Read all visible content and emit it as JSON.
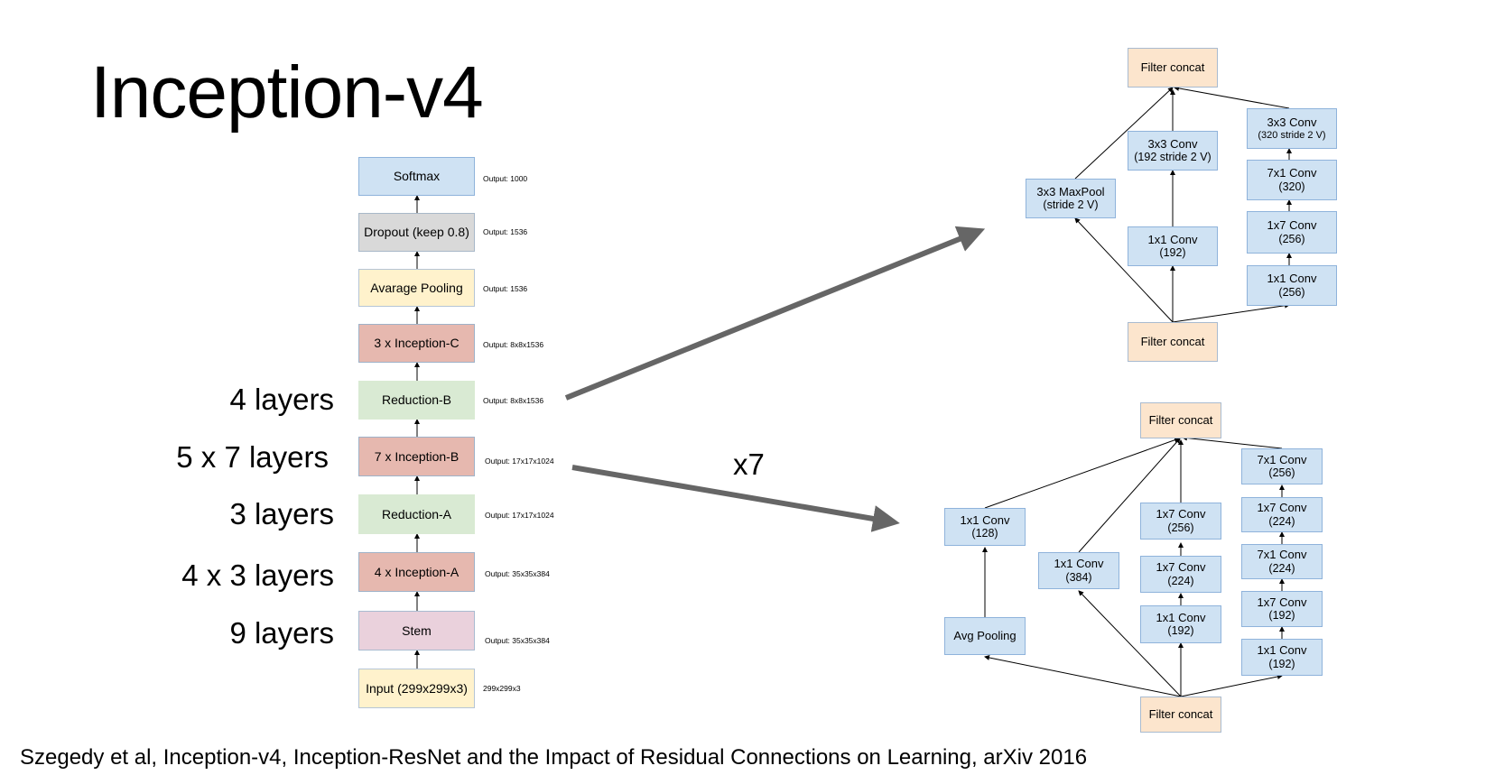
{
  "slide": {
    "title": "Inception-v4",
    "citation": "Szegedy et al, Inception-v4, Inception-ResNet and the Impact of Residual Connections on Learning, arXiv 2016",
    "repeat_label": "x7"
  },
  "layer_labels": [
    "4 layers",
    "5 x 7 layers",
    "3 layers",
    "4 x 3 layers",
    "9 layers"
  ],
  "main_stack": [
    {
      "label": "Softmax",
      "output": "Output: 1000",
      "color": "#cfe2f3"
    },
    {
      "label": "Dropout (keep 0.8)",
      "output": "Output: 1536",
      "color": "#d9d9d9"
    },
    {
      "label": "Avarage Pooling",
      "output": "Output: 1536",
      "color": "#fff2cc"
    },
    {
      "label": "3 x Inception-C",
      "output": "Output: 8x8x1536",
      "color": "#e6b8af"
    },
    {
      "label": "Reduction-B",
      "output": "Output: 8x8x1536",
      "color": "#d9ead3"
    },
    {
      "label": "7 x Inception-B",
      "output": "Output: 17x17x1024",
      "color": "#e6b8af"
    },
    {
      "label": "Reduction-A",
      "output": "Output: 17x17x1024",
      "color": "#d9ead3"
    },
    {
      "label": "4 x Inception-A",
      "output": "Output: 35x35x384",
      "color": "#e6b8af"
    },
    {
      "label": "Stem",
      "output": "Output: 35x35x384",
      "color": "#ead1dc"
    },
    {
      "label": "Input (299x299x3)",
      "output": "299x299x3",
      "color": "#fff2cc"
    }
  ],
  "reduction_b_block": {
    "top_concat": "Filter concat",
    "bottom_concat": "Filter concat",
    "maxpool": {
      "line1": "3x3 MaxPool",
      "line2": "(stride 2 V)"
    },
    "middle_branch": [
      {
        "line1": "3x3 Conv",
        "line2": "(192 stride 2 V)"
      },
      {
        "line1": "1x1 Conv",
        "line2": "(192)"
      }
    ],
    "right_branch": [
      {
        "line1": "3x3 Conv",
        "line2": "(320 stride 2 V)"
      },
      {
        "line1": "7x1 Conv",
        "line2": "(320)"
      },
      {
        "line1": "1x7 Conv",
        "line2": "(256)"
      },
      {
        "line1": "1x1 Conv",
        "line2": "(256)"
      }
    ]
  },
  "inception_b_block": {
    "top_concat": "Filter concat",
    "bottom_concat": "Filter concat",
    "pool_branch": [
      {
        "line1": "1x1 Conv",
        "line2": "(128)"
      },
      {
        "line1": "Avg Pooling",
        "line2": ""
      }
    ],
    "conv_branch": {
      "line1": "1x1 Conv",
      "line2": "(384)"
    },
    "mid_branch": [
      {
        "line1": "1x7 Conv",
        "line2": "(256)"
      },
      {
        "line1": "1x7 Conv",
        "line2": "(224)"
      },
      {
        "line1": "1x1 Conv",
        "line2": "(192)"
      }
    ],
    "right_branch": [
      {
        "line1": "7x1 Conv",
        "line2": "(256)"
      },
      {
        "line1": "1x7 Conv",
        "line2": "(224)"
      },
      {
        "line1": "7x1 Conv",
        "line2": "(224)"
      },
      {
        "line1": "1x7 Conv",
        "line2": "(192)"
      },
      {
        "line1": "1x1 Conv",
        "line2": "(192)"
      }
    ]
  }
}
